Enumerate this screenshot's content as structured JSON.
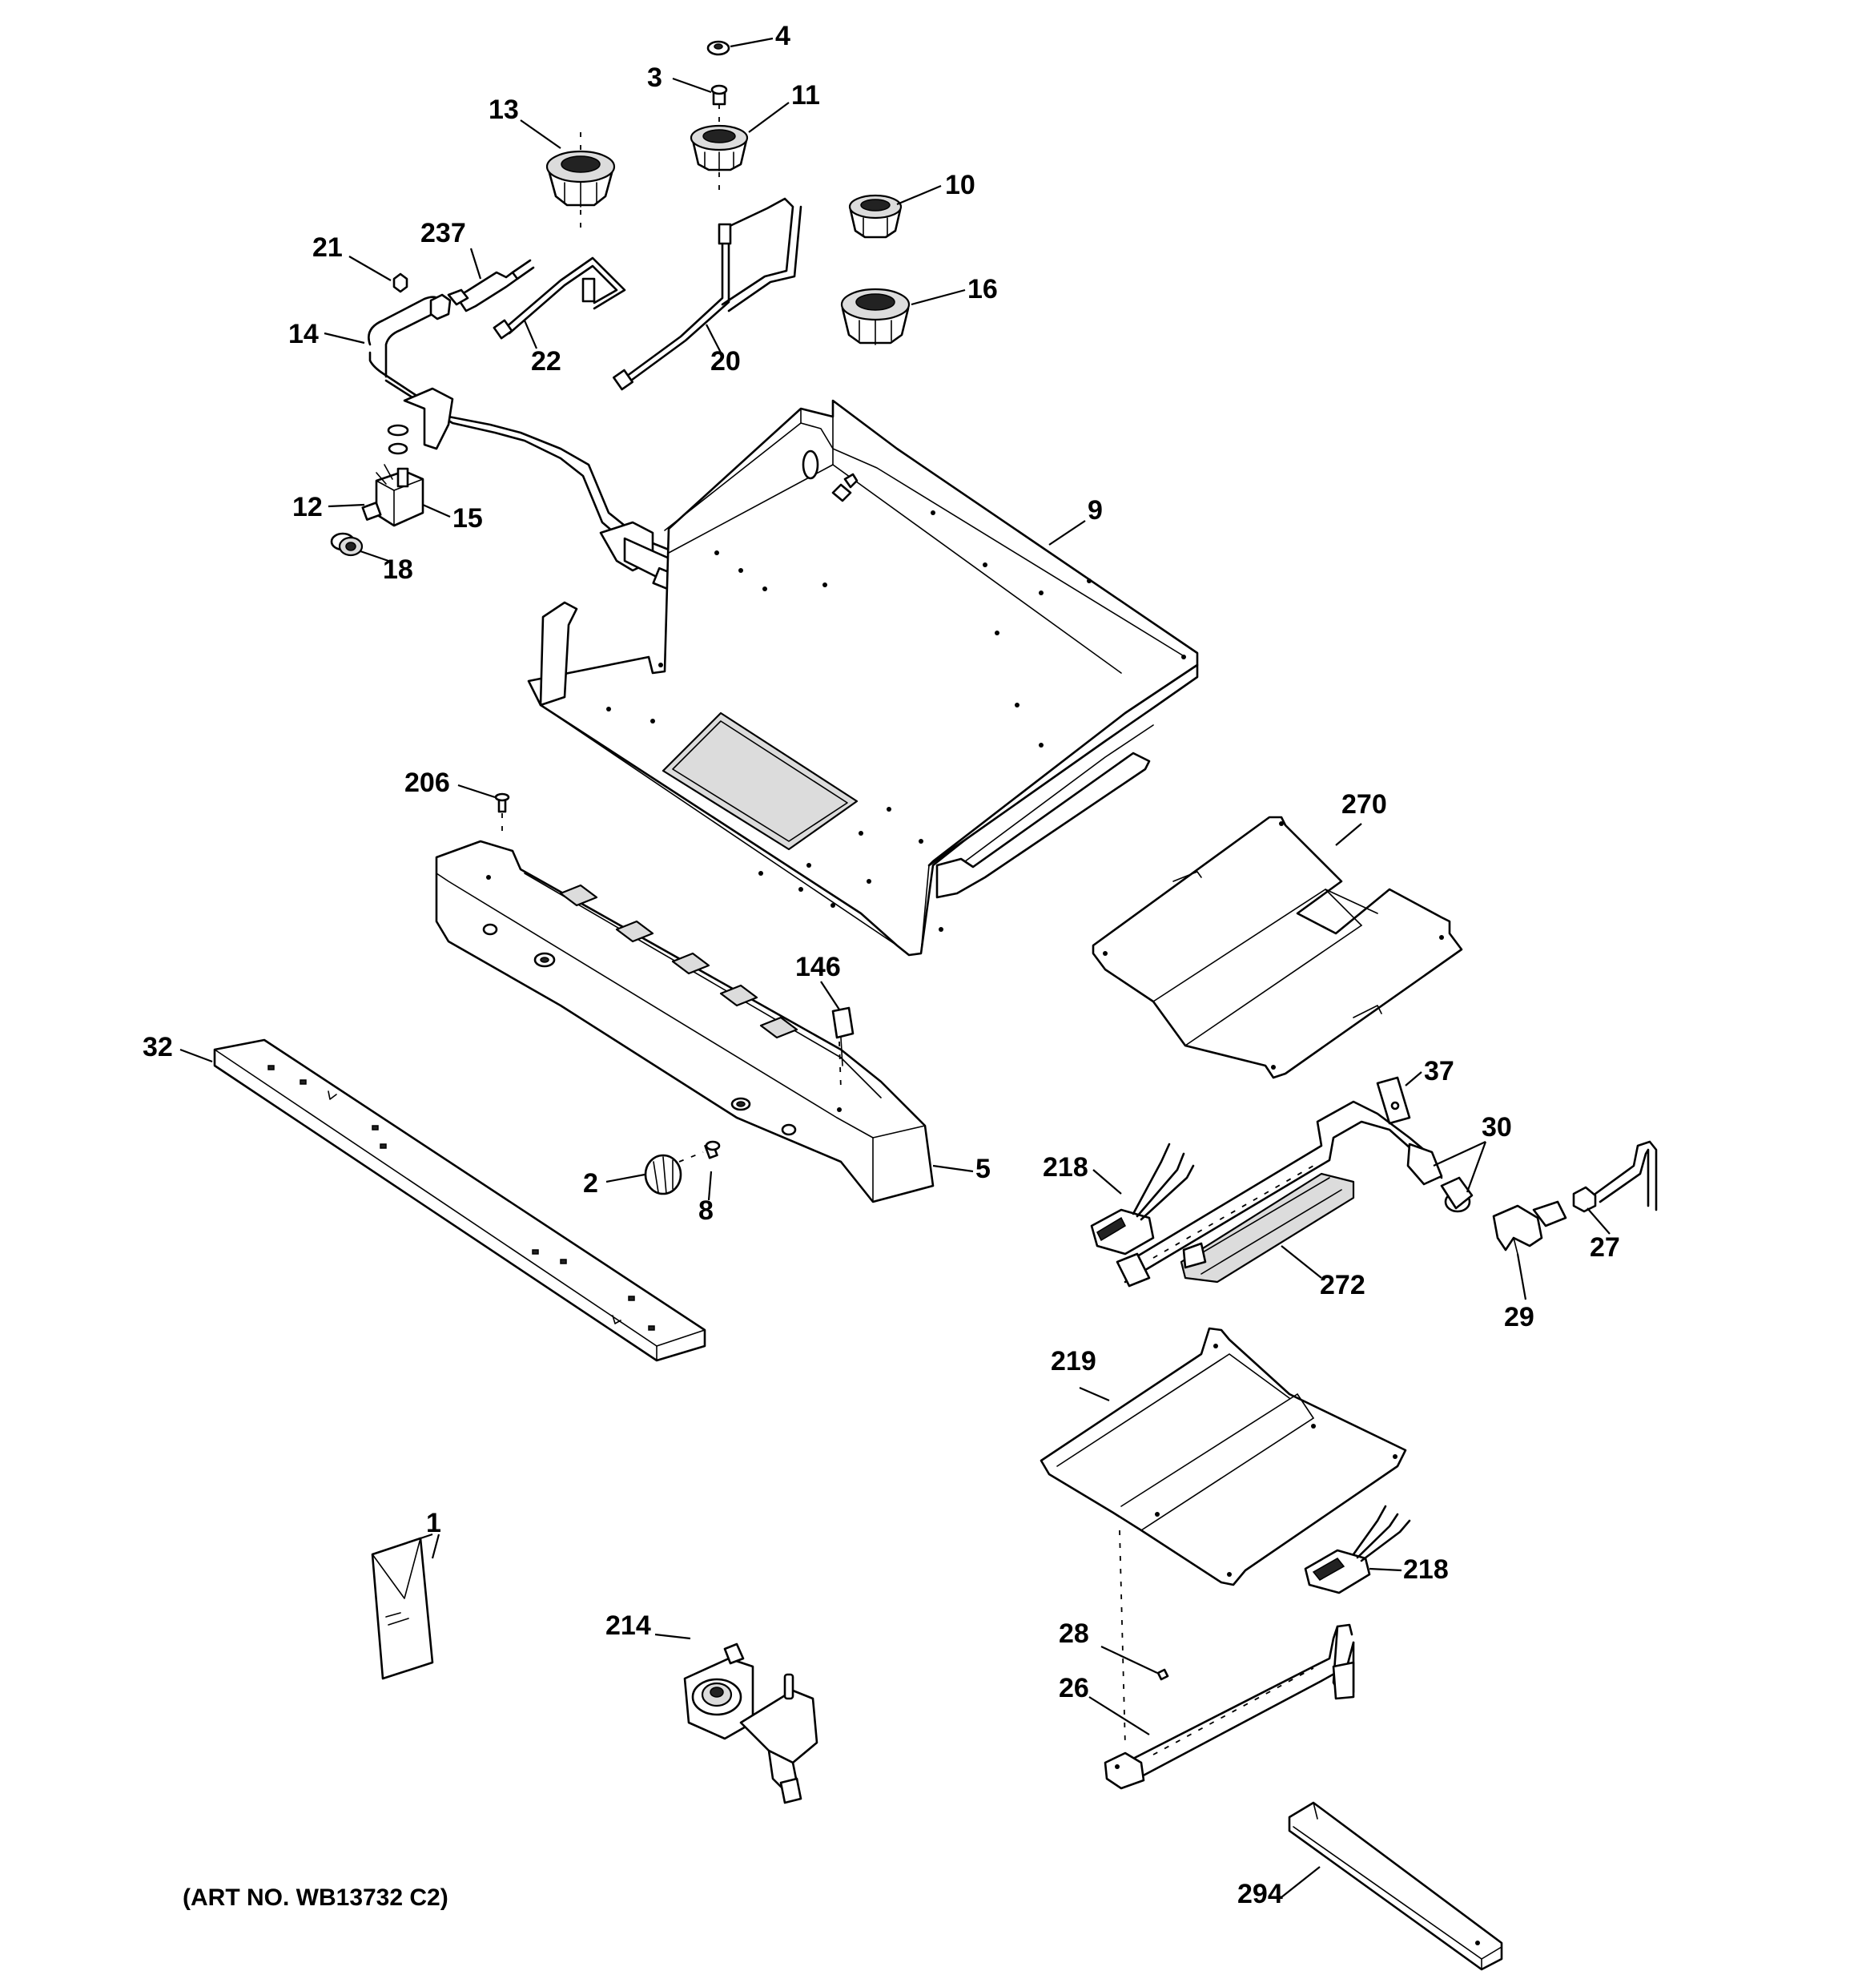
{
  "diagram": {
    "art_number": "(ART NO. WB13732 C2)",
    "callouts": [
      {
        "id": "c-4",
        "label": "4"
      },
      {
        "id": "c-3",
        "label": "3"
      },
      {
        "id": "c-11",
        "label": "11"
      },
      {
        "id": "c-13",
        "label": "13"
      },
      {
        "id": "c-10",
        "label": "10"
      },
      {
        "id": "c-21",
        "label": "21"
      },
      {
        "id": "c-237",
        "label": "237"
      },
      {
        "id": "c-16",
        "label": "16"
      },
      {
        "id": "c-14",
        "label": "14"
      },
      {
        "id": "c-22",
        "label": "22"
      },
      {
        "id": "c-20",
        "label": "20"
      },
      {
        "id": "c-12",
        "label": "12"
      },
      {
        "id": "c-15",
        "label": "15"
      },
      {
        "id": "c-9",
        "label": "9"
      },
      {
        "id": "c-18",
        "label": "18"
      },
      {
        "id": "c-206",
        "label": "206"
      },
      {
        "id": "c-270",
        "label": "270"
      },
      {
        "id": "c-146",
        "label": "146"
      },
      {
        "id": "c-32",
        "label": "32"
      },
      {
        "id": "c-37",
        "label": "37"
      },
      {
        "id": "c-30",
        "label": "30"
      },
      {
        "id": "c-218a",
        "label": "218"
      },
      {
        "id": "c-2",
        "label": "2"
      },
      {
        "id": "c-5",
        "label": "5"
      },
      {
        "id": "c-8",
        "label": "8"
      },
      {
        "id": "c-27",
        "label": "27"
      },
      {
        "id": "c-272",
        "label": "272"
      },
      {
        "id": "c-29",
        "label": "29"
      },
      {
        "id": "c-219",
        "label": "219"
      },
      {
        "id": "c-1",
        "label": "1"
      },
      {
        "id": "c-218b",
        "label": "218"
      },
      {
        "id": "c-214",
        "label": "214"
      },
      {
        "id": "c-28",
        "label": "28"
      },
      {
        "id": "c-26",
        "label": "26"
      },
      {
        "id": "c-294",
        "label": "294"
      }
    ]
  }
}
